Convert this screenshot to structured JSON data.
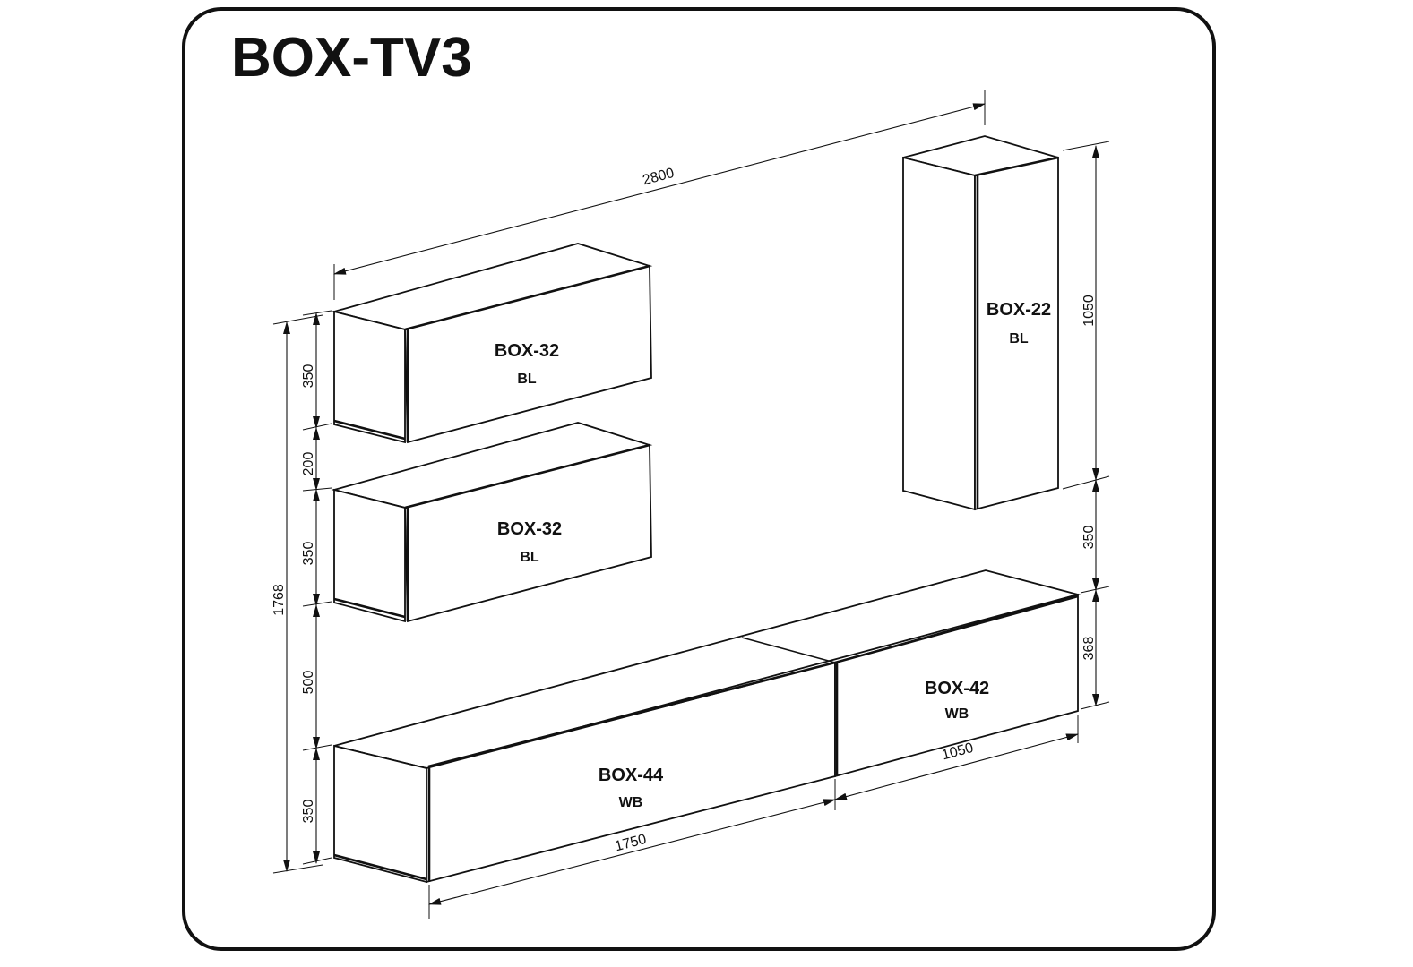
{
  "title": "BOX-TV3",
  "modules": [
    {
      "name": "BOX-32",
      "finish": "BL"
    },
    {
      "name": "BOX-32",
      "finish": "BL"
    },
    {
      "name": "BOX-22",
      "finish": "BL"
    },
    {
      "name": "BOX-44",
      "finish": "WB"
    },
    {
      "name": "BOX-42",
      "finish": "WB"
    }
  ],
  "dimensions": {
    "overall_width": "2800",
    "overall_height": "1768",
    "upper_cabinet_height": "350",
    "gap_between_upper": "200",
    "middle_cabinet_height": "350",
    "gap_above_base": "500",
    "base_height": "350",
    "tall_cabinet_height": "1050",
    "tall_gap": "350",
    "right_base_height": "368",
    "base_left_width": "1750",
    "base_right_width": "1050"
  }
}
